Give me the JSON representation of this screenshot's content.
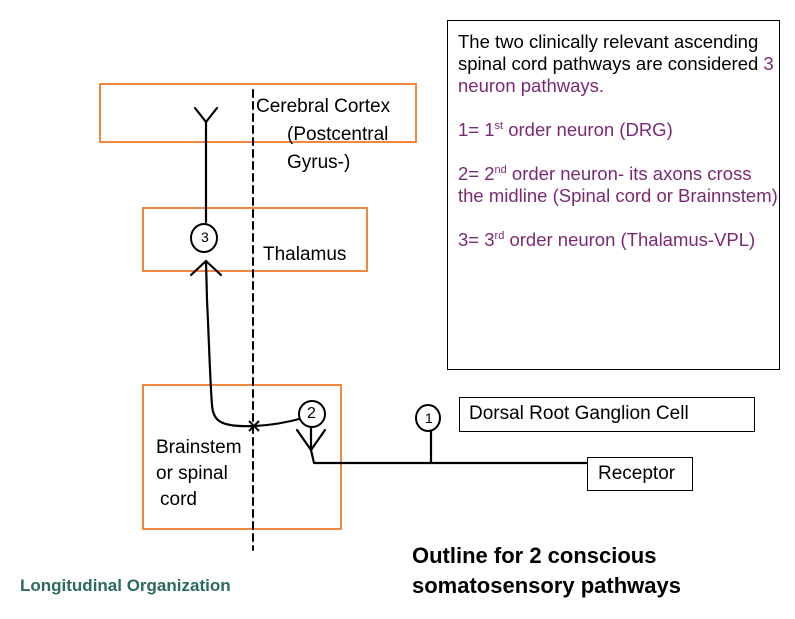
{
  "regions": {
    "cortex_line1": "Cerebral Cortex",
    "cortex_line2": "(Postcentral",
    "cortex_line3": "Gyrus-)",
    "thalamus": "Thalamus",
    "brainstem_line1": "Brainstem",
    "brainstem_line2": "or spinal",
    "brainstem_line3": "cord"
  },
  "neurons": {
    "n1": "1",
    "n2": "2",
    "n3": "3"
  },
  "labels": {
    "drg": "Dorsal Root Ganglion Cell",
    "receptor": "Receptor"
  },
  "info": {
    "intro": "The two clinically relevant ascending spinal cord pathways are considered ",
    "intro_highlight": "3 neuron pathways.",
    "first_pre": "1= 1",
    "first_sup": "st",
    "first_post": " order neuron (DRG)",
    "second_pre": "2= 2",
    "second_sup": "nd",
    "second_post": " order neuron- its axons cross the midline (Spinal cord or Brainnstem)",
    "third_pre": "3= 3",
    "third_sup": "rd",
    "third_post": " order neuron (Thalamus-VPL)"
  },
  "title_line1": "Outline for 2 conscious",
  "title_line2": "somatosensory pathways",
  "footer": "Longitudinal Organization",
  "colors": {
    "box_border": "#f0883f",
    "highlight_text": "#7a2a73",
    "footer_text": "#2a6a60"
  }
}
